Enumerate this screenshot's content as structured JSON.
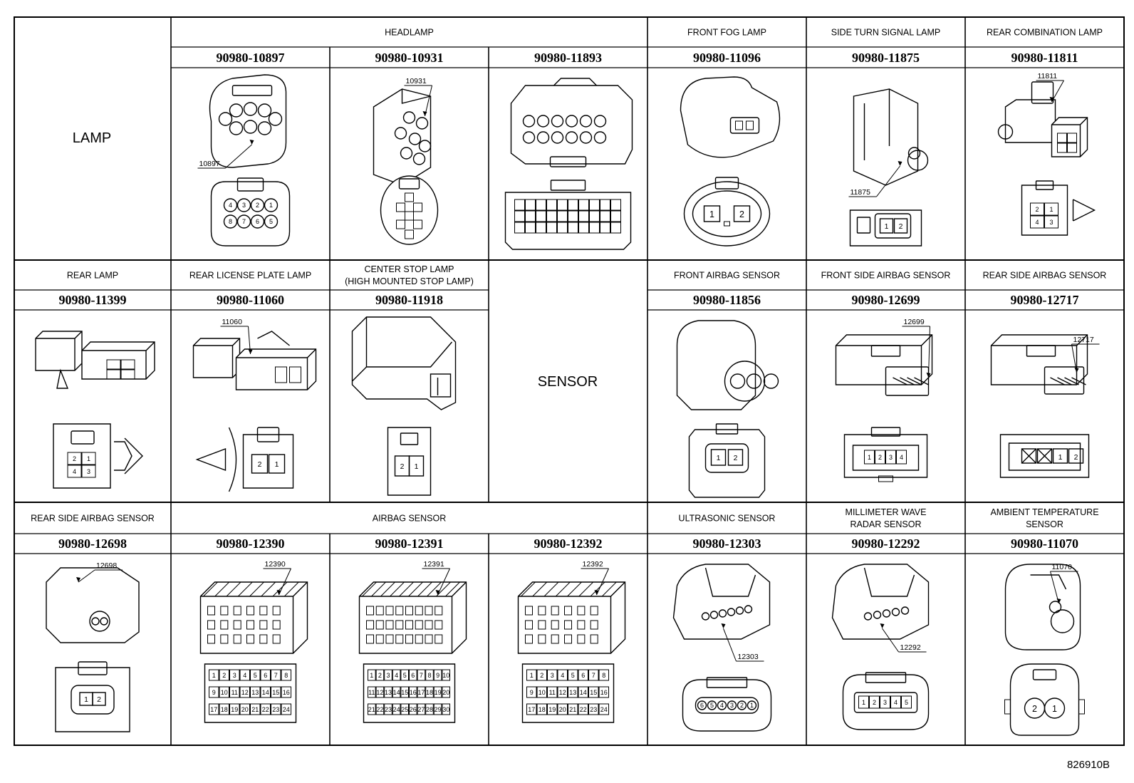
{
  "diagram": {
    "side_labels": {
      "lamp": "LAMP",
      "sensor": "SENSOR"
    },
    "footer_code": "826910B",
    "rows": [
      {
        "cells": [
          {
            "col": 1,
            "span": 3,
            "title": [
              "HEADLAMP"
            ]
          },
          {
            "col": 4,
            "span": 1,
            "title": [
              "FRONT FOG LAMP"
            ]
          },
          {
            "col": 5,
            "span": 1,
            "title": [
              "SIDE TURN SIGNAL LAMP"
            ]
          },
          {
            "col": 6,
            "span": 1,
            "title": [
              "REAR COMBINATION LAMP"
            ]
          }
        ],
        "parts": [
          {
            "col": 1,
            "part_no": "90980-10897",
            "callout": "10897",
            "drawing": "headlamp-a",
            "pins": [
              "4",
              "3",
              "2",
              "1",
              "8",
              "7",
              "6",
              "5"
            ]
          },
          {
            "col": 2,
            "part_no": "90980-10931",
            "callout": "10931",
            "drawing": "headlamp-b",
            "pins": []
          },
          {
            "col": 3,
            "part_no": "90980-11893",
            "callout": "",
            "drawing": "headlamp-c",
            "pins": []
          },
          {
            "col": 4,
            "part_no": "90980-11096",
            "callout": "",
            "drawing": "fog",
            "pins": [
              "1",
              "2"
            ]
          },
          {
            "col": 5,
            "part_no": "90980-11875",
            "callout": "11875",
            "drawing": "side-turn",
            "pins": [
              "1",
              "2"
            ]
          },
          {
            "col": 6,
            "part_no": "90980-11811",
            "callout": "11811",
            "drawing": "rear-combo",
            "pins": [
              "2",
              "1",
              "4",
              "3"
            ]
          }
        ]
      },
      {
        "cells": [
          {
            "col": 0,
            "span": 1,
            "title": [
              "REAR LAMP"
            ]
          },
          {
            "col": 1,
            "span": 1,
            "title": [
              "REAR LICENSE PLATE LAMP"
            ]
          },
          {
            "col": 2,
            "span": 1,
            "title": [
              "CENTER STOP LAMP",
              "(HIGH MOUNTED STOP LAMP)"
            ]
          },
          {
            "col": 4,
            "span": 1,
            "title": [
              "FRONT AIRBAG SENSOR"
            ]
          },
          {
            "col": 5,
            "span": 1,
            "title": [
              "FRONT SIDE AIRBAG SENSOR"
            ]
          },
          {
            "col": 6,
            "span": 1,
            "title": [
              "REAR SIDE AIRBAG SENSOR"
            ]
          }
        ],
        "parts": [
          {
            "col": 0,
            "part_no": "90980-11399",
            "callout": "",
            "drawing": "rear-lamp",
            "pins": [
              "2",
              "1",
              "4",
              "3"
            ]
          },
          {
            "col": 1,
            "part_no": "90980-11060",
            "callout": "11060",
            "drawing": "license",
            "pins": [
              "2",
              "1"
            ]
          },
          {
            "col": 2,
            "part_no": "90980-11918",
            "callout": "",
            "drawing": "center-stop",
            "pins": [
              "2",
              "1"
            ]
          },
          {
            "col": 4,
            "part_no": "90980-11856",
            "callout": "",
            "drawing": "front-airbag",
            "pins": [
              "1",
              "2"
            ]
          },
          {
            "col": 5,
            "part_no": "90980-12699",
            "callout": "12699",
            "drawing": "front-side-airbag",
            "pins": [
              "1",
              "2",
              "3",
              "4"
            ]
          },
          {
            "col": 6,
            "part_no": "90980-12717",
            "callout": "12717",
            "drawing": "rear-side-airbag",
            "pins": [
              "1",
              "2"
            ]
          }
        ]
      },
      {
        "cells": [
          {
            "col": 0,
            "span": 1,
            "title": [
              "REAR SIDE AIRBAG SENSOR"
            ]
          },
          {
            "col": 1,
            "span": 3,
            "title": [
              "AIRBAG SENSOR"
            ]
          },
          {
            "col": 4,
            "span": 1,
            "title": [
              "ULTRASONIC SENSOR"
            ]
          },
          {
            "col": 5,
            "span": 1,
            "title": [
              "MILLIMETER WAVE",
              "RADAR SENSOR"
            ]
          },
          {
            "col": 6,
            "span": 1,
            "title": [
              "AMBIENT TEMPERATURE",
              "SENSOR"
            ]
          }
        ],
        "parts": [
          {
            "col": 0,
            "part_no": "90980-12698",
            "callout": "12698",
            "drawing": "rear-side-airbag-2",
            "pins": [
              "1",
              "2"
            ]
          },
          {
            "col": 1,
            "part_no": "90980-12390",
            "callout": "12390",
            "drawing": "airbag-24",
            "pins": [
              "1",
              "2",
              "3",
              "4",
              "5",
              "6",
              "7",
              "8",
              "9",
              "10",
              "11",
              "12",
              "13",
              "14",
              "15",
              "16",
              "17",
              "18",
              "19",
              "20",
              "21",
              "22",
              "23",
              "24"
            ]
          },
          {
            "col": 2,
            "part_no": "90980-12391",
            "callout": "12391",
            "drawing": "airbag-30",
            "pins": [
              "1",
              "2",
              "3",
              "4",
              "5",
              "6",
              "7",
              "8",
              "9",
              "10",
              "11",
              "12",
              "13",
              "14",
              "15",
              "16",
              "17",
              "18",
              "19",
              "20",
              "21",
              "22",
              "23",
              "24",
              "25",
              "26",
              "27",
              "28",
              "29",
              "30"
            ]
          },
          {
            "col": 3,
            "part_no": "90980-12392",
            "callout": "12392",
            "drawing": "airbag-24",
            "pins": [
              "1",
              "2",
              "3",
              "4",
              "5",
              "6",
              "7",
              "8",
              "9",
              "10",
              "11",
              "12",
              "13",
              "14",
              "15",
              "16",
              "17",
              "18",
              "19",
              "20",
              "21",
              "22",
              "23",
              "24"
            ]
          },
          {
            "col": 4,
            "part_no": "90980-12303",
            "callout": "12303",
            "drawing": "ultrasonic",
            "pins": [
              "6",
              "5",
              "4",
              "3",
              "2",
              "1"
            ]
          },
          {
            "col": 5,
            "part_no": "90980-12292",
            "callout": "12292",
            "drawing": "radar",
            "pins": [
              "1",
              "2",
              "3",
              "4",
              "5"
            ]
          },
          {
            "col": 6,
            "part_no": "90980-11070",
            "callout": "11070",
            "drawing": "ambient",
            "pins": [
              "2",
              "1"
            ]
          }
        ]
      }
    ]
  }
}
